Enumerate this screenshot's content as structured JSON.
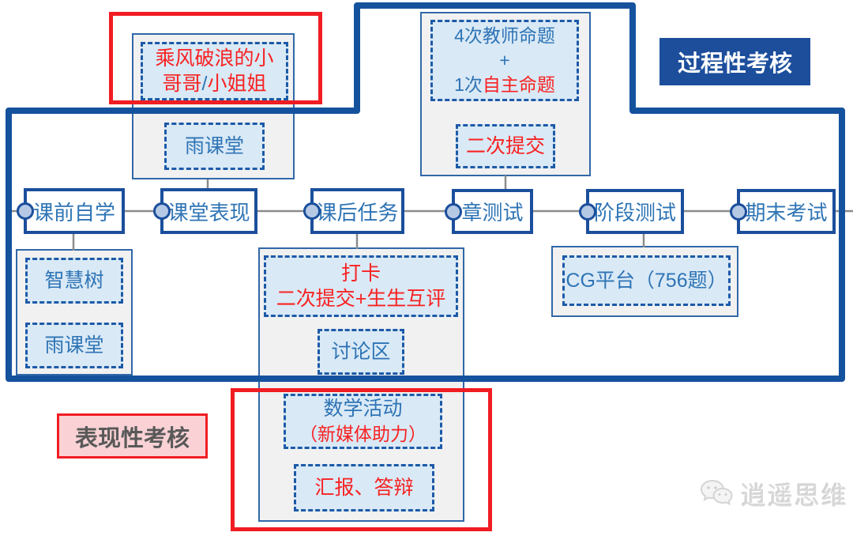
{
  "diagram": {
    "badges": {
      "process": "过程性考核",
      "performance": "表现性考核"
    },
    "flow": {
      "nodes": [
        {
          "label": "课前自学"
        },
        {
          "label": "课堂表现"
        },
        {
          "label": "课后任务"
        },
        {
          "label": "章测试"
        },
        {
          "label": "阶段测试"
        },
        {
          "label": "期末考试"
        }
      ]
    },
    "groups": {
      "classroom_top": {
        "surfers": {
          "line1": "乘风破浪的小",
          "line2_a": "哥哥",
          "slash": "/",
          "line2_b": "小姐姐"
        },
        "rain_classroom": "雨课堂"
      },
      "chapter_top": {
        "proposition": {
          "line1": "4次教师命题",
          "line2": "+",
          "line3_blue": "1次",
          "line3_red": "自主命题"
        },
        "resubmit": "二次提交"
      },
      "preclass_bottom": {
        "zhihuishu": "智慧树",
        "rain_classroom": "雨课堂"
      },
      "afterclass_bottom": {
        "daka": {
          "line1": "打卡",
          "line2": "二次提交+生生互评"
        },
        "discussion": "讨论区",
        "activity": {
          "line1": "数学活动",
          "line2": "（新媒体助力）"
        },
        "report": "汇报、答辩"
      },
      "stage_bottom": {
        "cg": "CG平台（756题）"
      }
    },
    "watermark": "逍遥思维",
    "colors": {
      "outline_blue": "#15529e",
      "node_border_blue": "#1b4f9c",
      "text_blue": "#2e74b5",
      "light_blue_fill": "#d9e9f6",
      "panel_gray": "#f1f1f1",
      "highlight_red": "#f01d23",
      "text_red": "#f82222",
      "badge_blue_bg": "#1c4e9c",
      "badge_pink_bg": "#fad2d5",
      "badge_gray_text": "#595959",
      "connector_gray": "#8c8c8c"
    }
  }
}
